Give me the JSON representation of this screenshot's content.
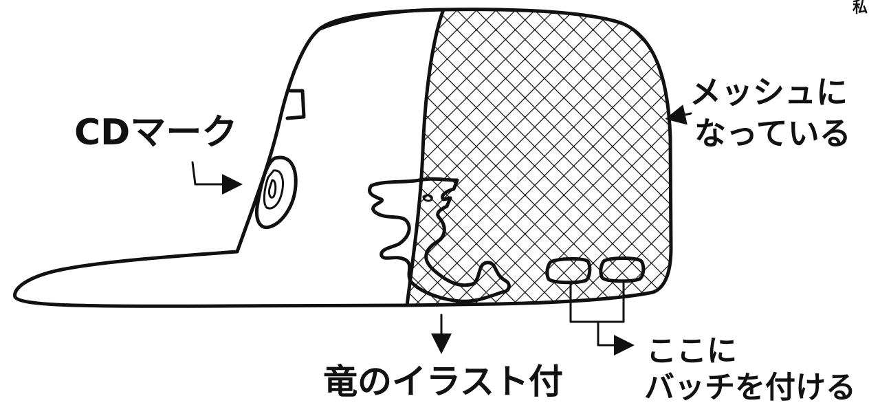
{
  "labels": {
    "cd_mark": "CDマーク",
    "mesh_line1": "メッシュに",
    "mesh_line2": "なっている",
    "dragon": "竜のイラスト付",
    "badge_line1": "ここに",
    "badge_line2": "バッチを付ける",
    "corner": "私"
  },
  "colors": {
    "ink": "#111111",
    "paper": "#ffffff"
  }
}
